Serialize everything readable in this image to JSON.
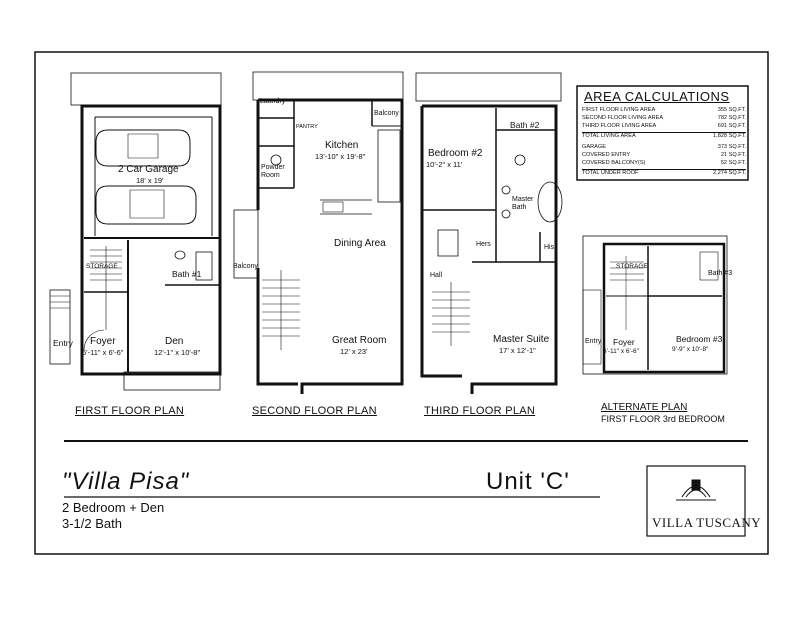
{
  "plans": {
    "first": {
      "caption": "FIRST FLOOR PLAN",
      "garage": "2 Car Garage",
      "garage_dim": "18' x 19'",
      "foyer": "Foyer",
      "foyer_dim": "6'-11\" x 6'-6\"",
      "den": "Den",
      "den_dim": "12'-1\" x 10'-8\"",
      "bath": "Bath #1",
      "entry": "Entry",
      "storage": "STORAGE"
    },
    "second": {
      "caption": "SECOND FLOOR PLAN",
      "laundry": "Laundry",
      "pantry": "PANTRY",
      "powder": "Powder Room",
      "balcony_top": "Balcony",
      "kitchen": "Kitchen",
      "kitchen_dim": "13'-10\" x 19'-8\"",
      "dining": "Dining Area",
      "balcony_left": "Balcony",
      "great": "Great Room",
      "great_dim": "12' x 23'"
    },
    "third": {
      "caption": "THIRD FLOOR PLAN",
      "bath2": "Bath #2",
      "bed2": "Bedroom #2",
      "bed2_dim": "10'-2\" x 11'",
      "master_bath": "Master Bath",
      "hers": "Hers",
      "his": "His",
      "hall": "Hall",
      "master": "Master Suite",
      "master_dim": "17' x 12'-1\""
    },
    "alternate": {
      "caption": "ALTERNATE PLAN",
      "caption2": "FIRST FLOOR 3rd BEDROOM",
      "storage": "STORAGE",
      "bath": "Bath #3",
      "foyer": "Foyer",
      "foyer_dim": "6'-11\" x 6'-6\"",
      "entry": "Entry",
      "bed3": "Bedroom #3",
      "bed3_dim": "9'-9\" x 10'-8\""
    }
  },
  "area": {
    "title": "AREA CALCULATIONS",
    "rows": [
      {
        "label": "FIRST FLOOR LIVING AREA",
        "value": "355 SQ.FT."
      },
      {
        "label": "SECOND FLOOR LIVING AREA",
        "value": "782 SQ.FT."
      },
      {
        "label": "THIRD FLOOR LIVING AREA",
        "value": "691 SQ.FT."
      },
      {
        "label": "TOTAL LIVING AREA",
        "value": "1,828 SQ.FT."
      },
      {
        "label": "GARAGE",
        "value": "373 SQ.FT."
      },
      {
        "label": "COVERED ENTRY",
        "value": "21 SQ.FT."
      },
      {
        "label": "COVERED BALCONY(S)",
        "value": "52 SQ.FT."
      },
      {
        "label": "TOTAL UNDER ROOF",
        "value": "2,274 SQ.FT."
      }
    ]
  },
  "title_block": {
    "name": "\"Villa Pisa\"",
    "unit": "Unit 'C'",
    "line1": "2 Bedroom + Den",
    "line2": "3-1/2 Bath",
    "logo_text": "VILLA TUSCANY"
  }
}
